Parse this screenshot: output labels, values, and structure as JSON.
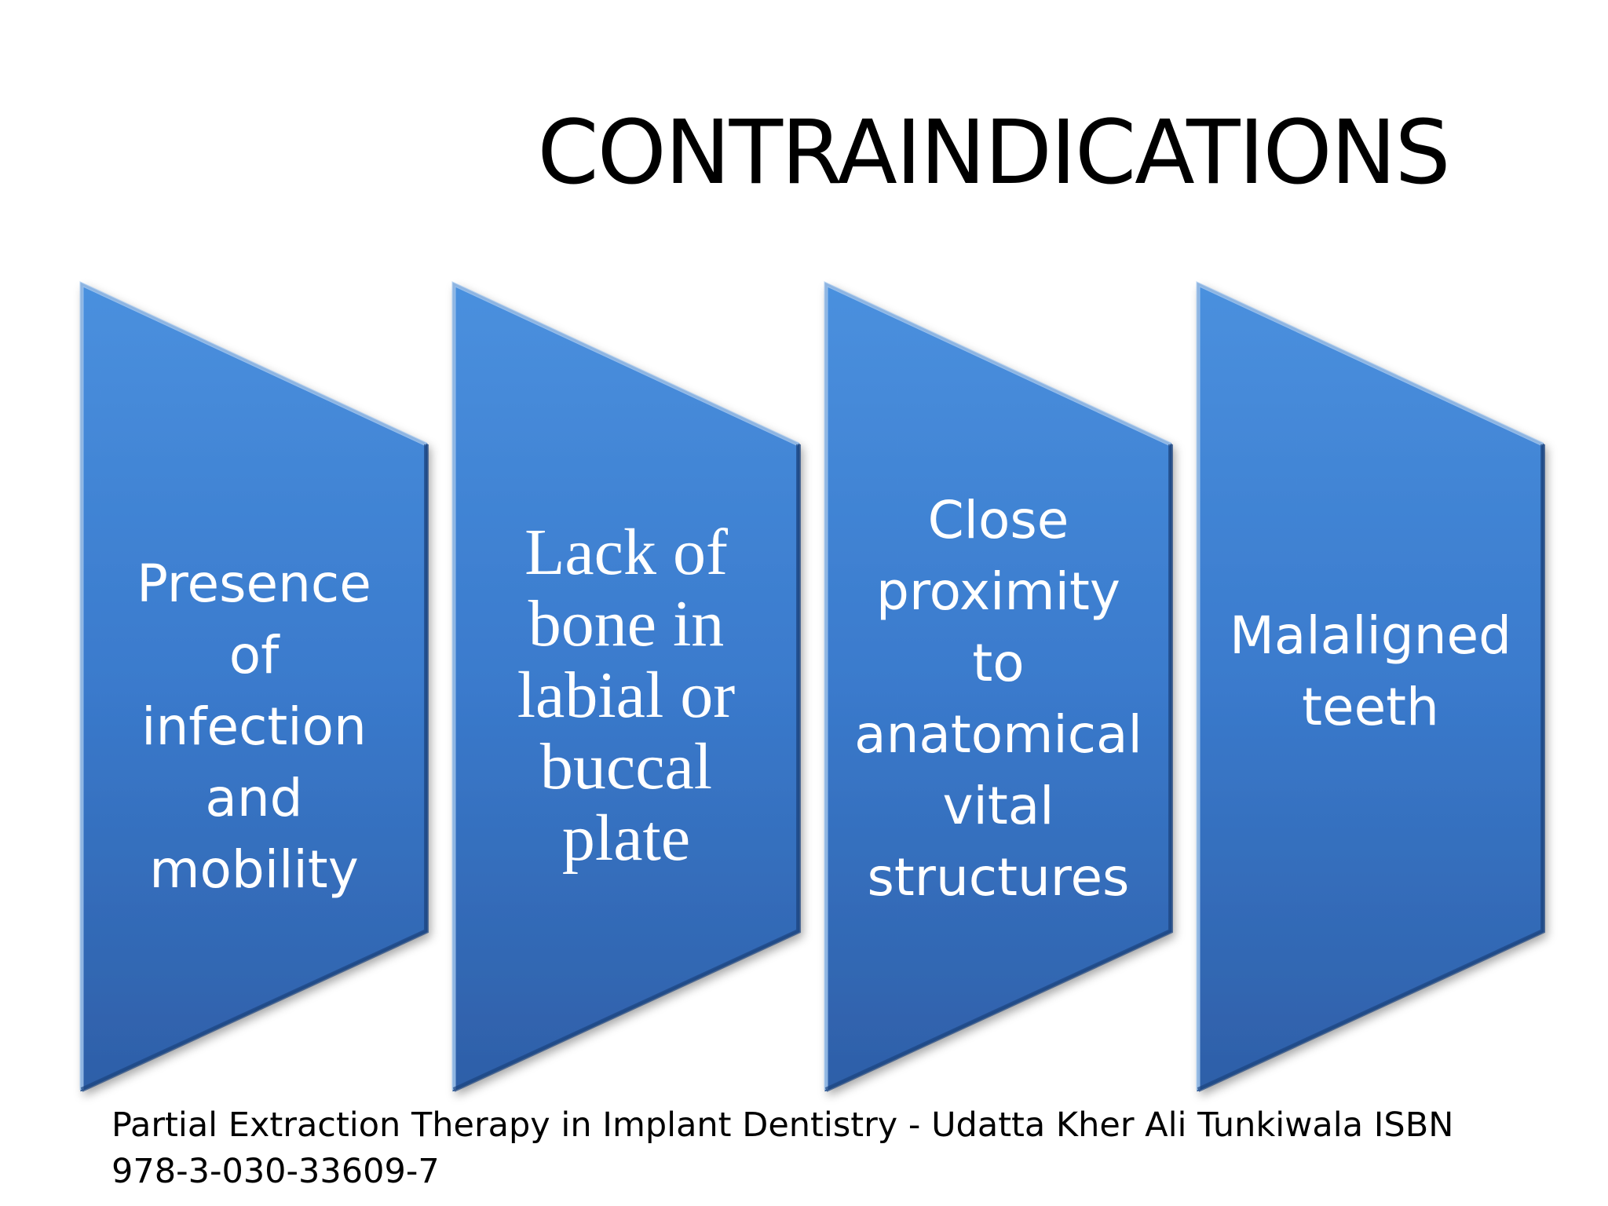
{
  "slide": {
    "title": "CONTRAINDICATIONS",
    "boxes": [
      {
        "text": "Presence\nof\ninfection\nand\nmobility"
      },
      {
        "text": "Lack of\nbone in\nlabial or\nbuccal\nplate"
      },
      {
        "text": "Close\nproximity\nto\nanatomical\nvital\nstructures"
      },
      {
        "text": "Malaligned\nteeth"
      }
    ],
    "source_line1": "Partial Extraction Therapy in Implant Dentistry - Udatta Kher Ali Tunkiwala ISBN",
    "source_line2": "978-3-030-33609-7"
  },
  "colors": {
    "box_fill_top": "#3f86d6",
    "box_fill_bottom": "#2f63ad",
    "box_edge": "#1f4d8c",
    "text": "#ffffff"
  }
}
